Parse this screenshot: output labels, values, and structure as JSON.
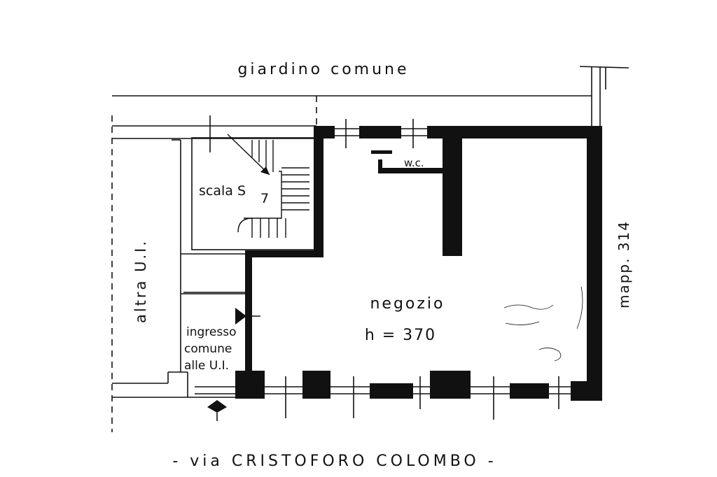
{
  "labels": {
    "garden": "giardino  comune",
    "street": "-  via   CRISTOFORO  COLOMBO  -",
    "other_unit": "altra U.I.",
    "map_ref": "mapp. 314",
    "stair": "scala S",
    "stair_number": "7",
    "wc": "w.c.",
    "shop": "negozio",
    "height": "h = 370",
    "entrance_line1": "ingresso",
    "entrance_line2": "comune",
    "entrance_line3": "alle U.I."
  },
  "colors": {
    "ink": "#111111",
    "paper": "#ffffff"
  }
}
